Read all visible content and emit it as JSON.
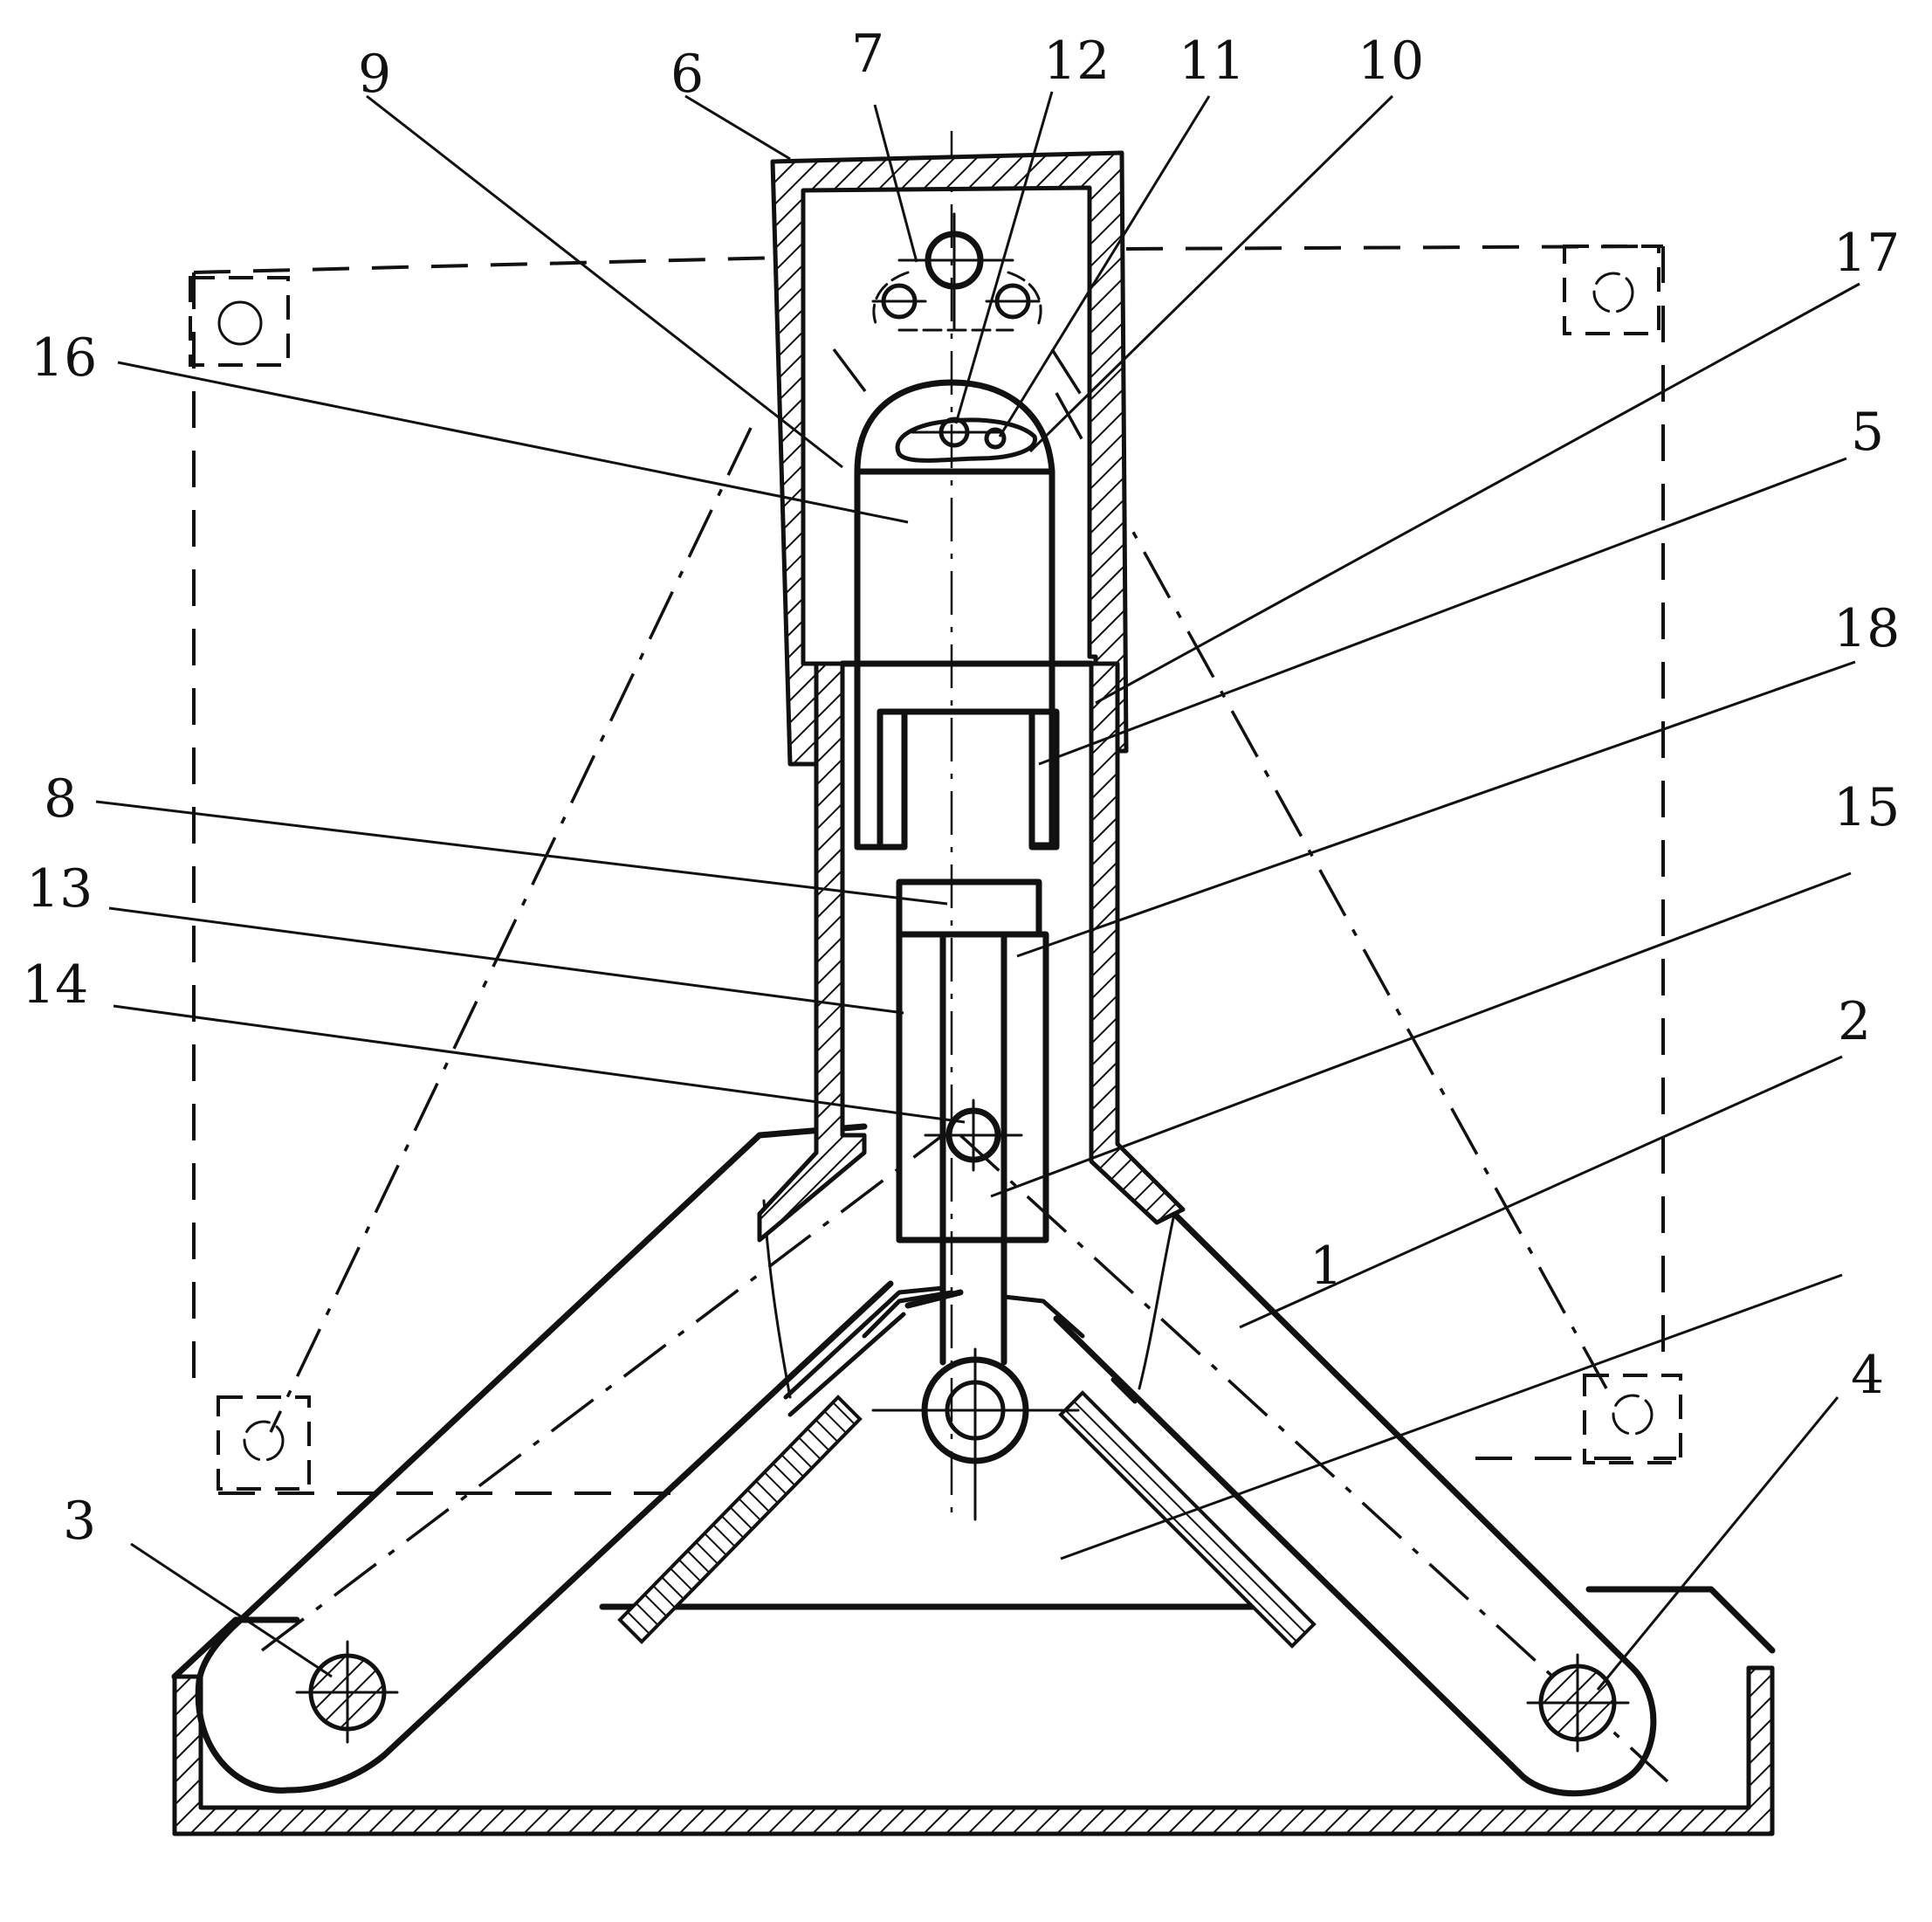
{
  "diagram": {
    "part_labels": [
      {
        "id": "1",
        "text": "1"
      },
      {
        "id": "2",
        "text": "2"
      },
      {
        "id": "3",
        "text": "3"
      },
      {
        "id": "4",
        "text": "4"
      },
      {
        "id": "5",
        "text": "5"
      },
      {
        "id": "6",
        "text": "6"
      },
      {
        "id": "7",
        "text": "7"
      },
      {
        "id": "8",
        "text": "8"
      },
      {
        "id": "9",
        "text": "9"
      },
      {
        "id": "10",
        "text": "10"
      },
      {
        "id": "11",
        "text": "11"
      },
      {
        "id": "12",
        "text": "12"
      },
      {
        "id": "13",
        "text": "13"
      },
      {
        "id": "14",
        "text": "14"
      },
      {
        "id": "15",
        "text": "15"
      },
      {
        "id": "16",
        "text": "16"
      },
      {
        "id": "17",
        "text": "17"
      },
      {
        "id": "18",
        "text": "18"
      }
    ]
  },
  "colors": {
    "ink": "#111111",
    "paper": "#ffffff"
  }
}
